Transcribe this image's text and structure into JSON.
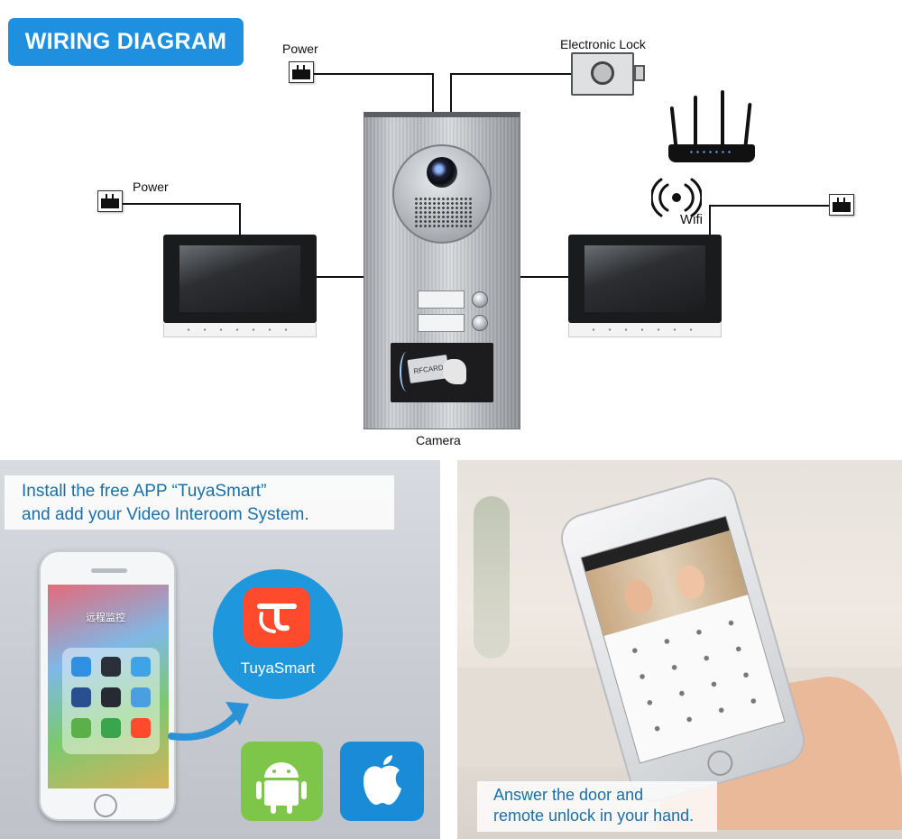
{
  "diagram": {
    "title": "WIRING DIAGRAM",
    "labels": {
      "power_top": "Power",
      "electronic_lock": "Electronic Lock",
      "power_left": "Power",
      "wifi": "Wifi",
      "camera": "Camera",
      "rfcard": "RFCARD"
    },
    "wire_color": "#111111",
    "accent_color": "#1f8fe0"
  },
  "app_panel": {
    "caption_line1": "Install the free APP “TuyaSmart”",
    "caption_line2": "and add your Video Interoom System.",
    "folder_title": "远程监控",
    "app_name": "TuyaSmart",
    "tuya_color": "#ff4b2b",
    "circle_color": "#1f97dc",
    "android_color": "#7ec64a",
    "apple_color": "#1a8bd6",
    "icons": [
      "tuya-logo-icon",
      "android-icon",
      "apple-icon"
    ]
  },
  "hand_panel": {
    "caption_line1": "Answer the door and",
    "caption_line2": "remote unlock in your hand.",
    "caption_color": "#1a6fa8"
  }
}
